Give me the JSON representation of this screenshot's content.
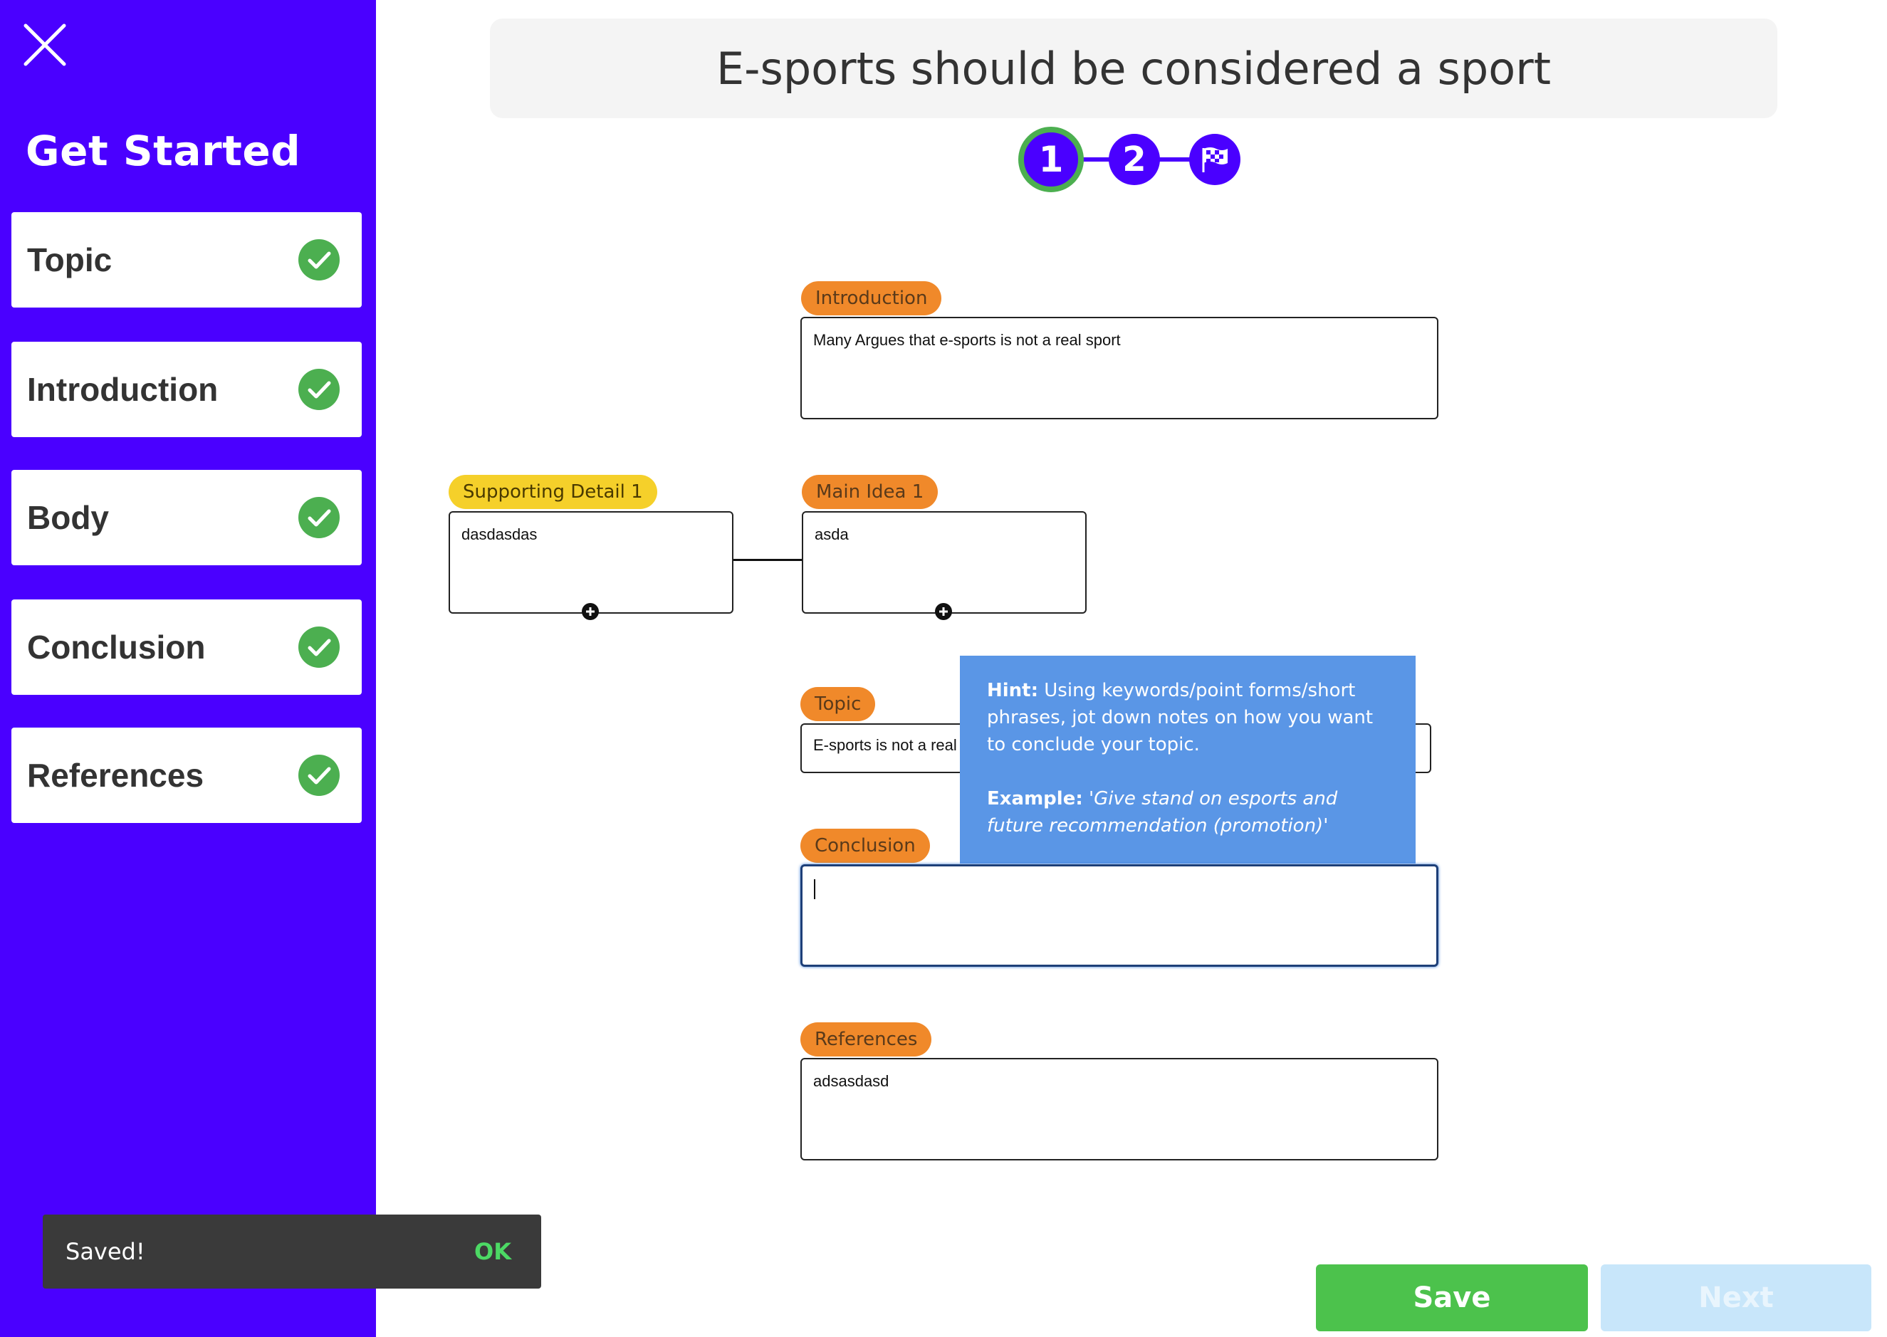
{
  "sidebar": {
    "title": "Get Started",
    "items": [
      {
        "label": "Topic"
      },
      {
        "label": "Introduction"
      },
      {
        "label": "Body"
      },
      {
        "label": "Conclusion"
      },
      {
        "label": "References"
      }
    ]
  },
  "header": {
    "title": "E-sports should be considered a sport"
  },
  "stepper": {
    "steps": [
      "1",
      "2"
    ]
  },
  "fields": {
    "introduction": {
      "label": "Introduction",
      "value": "Many Argues that e-sports is not a real sport"
    },
    "supporting_detail": {
      "label": "Supporting Detail 1",
      "value": "dasdasdas"
    },
    "main_idea": {
      "label": "Main Idea 1",
      "value": "asda"
    },
    "topic": {
      "label": "Topic",
      "value": "E-sports is not a real"
    },
    "conclusion": {
      "label": "Conclusion",
      "value": ""
    },
    "references": {
      "label": "References",
      "value": "adsasdasd"
    }
  },
  "hint": {
    "hint_label": "Hint:",
    "hint_text": " Using keywords/point forms/short phrases, jot down notes on how you want to conclude your topic.",
    "example_label": "Example:",
    "example_text": " 'Give stand on esports and future recommendation (promotion)'"
  },
  "toast": {
    "message": "Saved!",
    "action": "OK"
  },
  "buttons": {
    "save": "Save",
    "next": "Next"
  },
  "colors": {
    "sidebar": "#4a00ff",
    "check": "#4caf50",
    "tag_orange": "#f0892a",
    "tag_yellow": "#f5d02a",
    "hint": "#5a96e6",
    "save": "#4cc24c",
    "next_disabled": "#c8e6fa"
  }
}
